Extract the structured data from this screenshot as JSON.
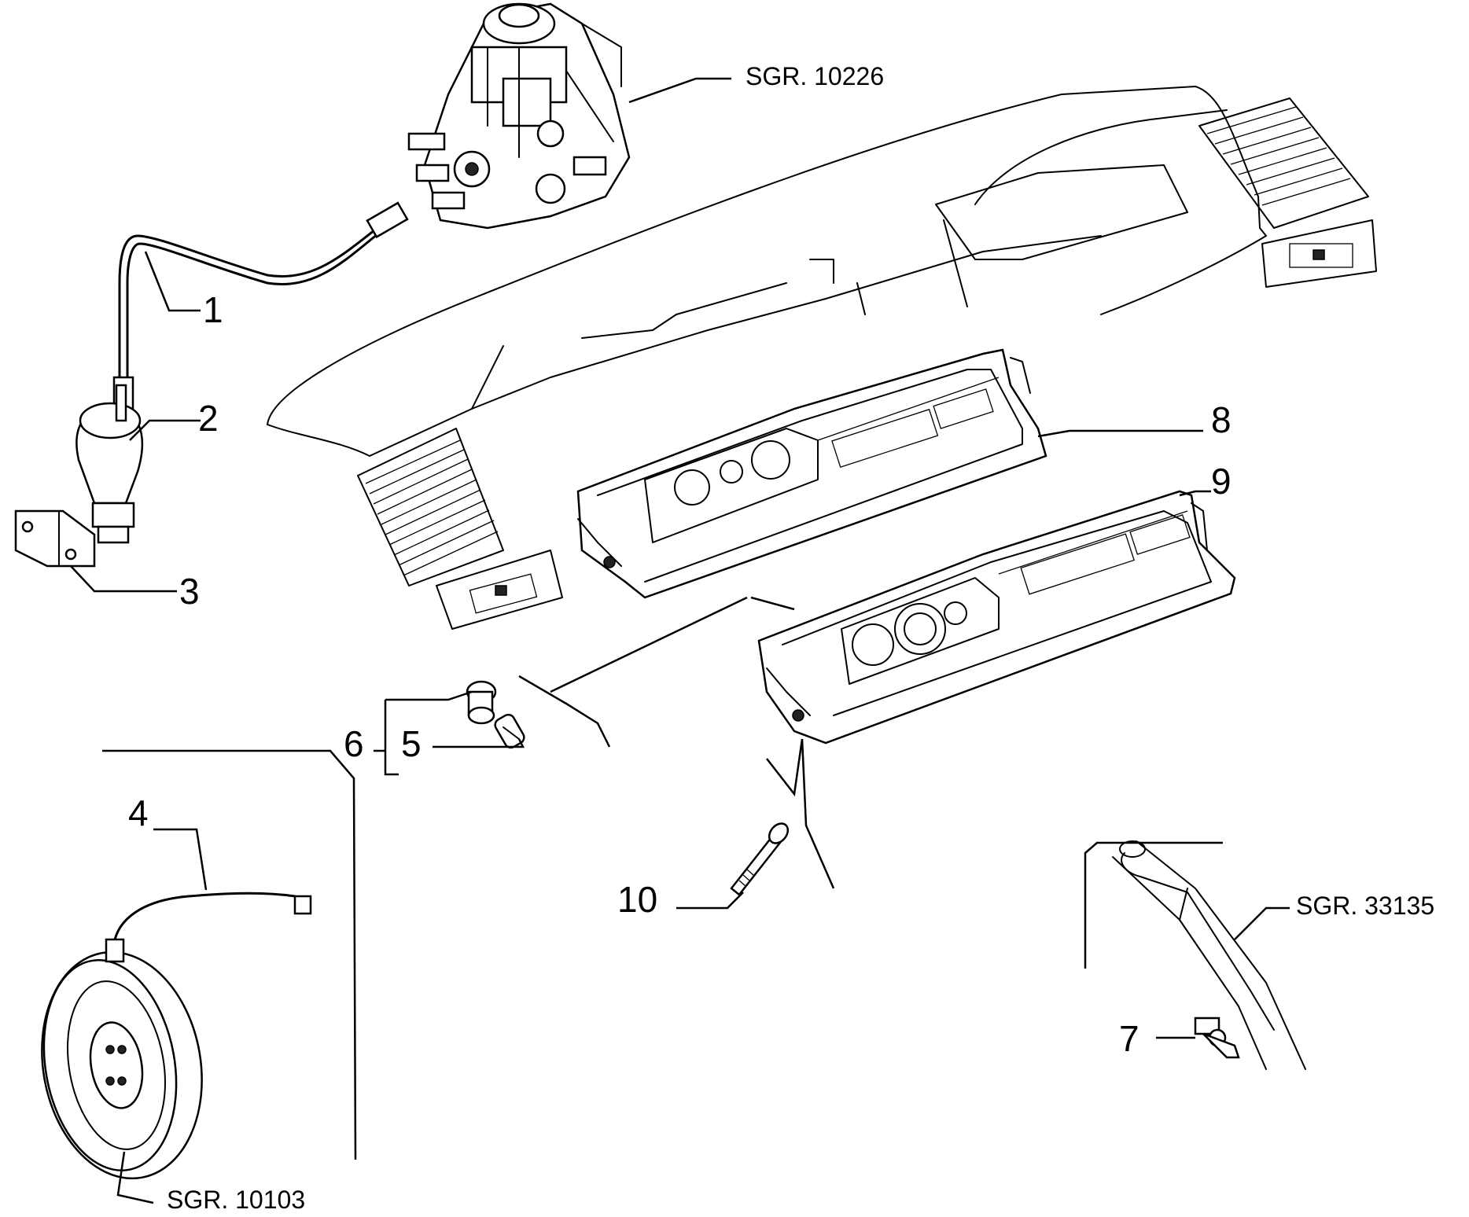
{
  "callouts": {
    "c1": "1",
    "c2": "2",
    "c3": "3",
    "c4": "4",
    "c5": "5",
    "c6": "6",
    "c7": "7",
    "c8": "8",
    "c9": "9",
    "c10": "10"
  },
  "references": {
    "injection_pump": "SGR. 10226",
    "steering_column": "SGR. 33135",
    "flywheel": "SGR. 10103"
  }
}
